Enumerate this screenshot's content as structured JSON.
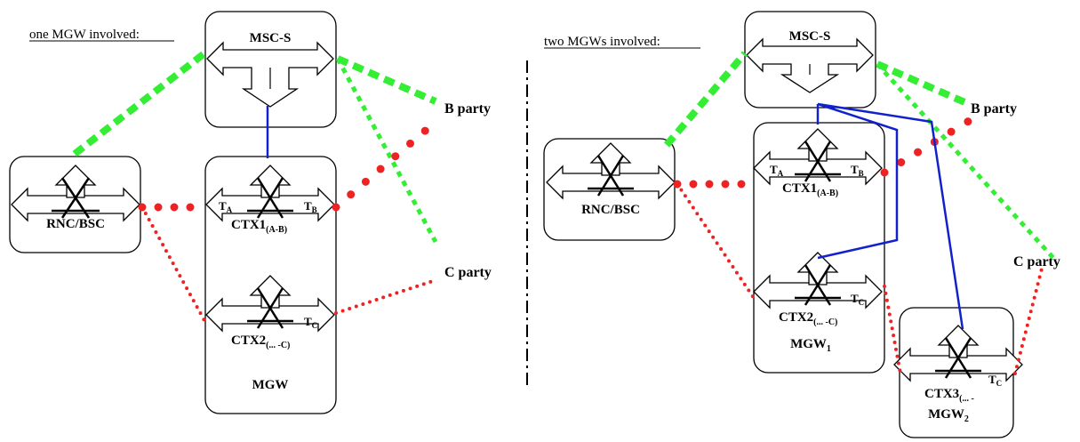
{
  "left": {
    "heading": "one MGW involved:",
    "msc": "MSC-S",
    "rnc": "RNC/BSC",
    "ctx1": "CTX1",
    "ctx1_sub": "(A-B)",
    "ctx2": "CTX2",
    "ctx2_sub": "(... -C)",
    "ta": "T",
    "ta_sub": "A",
    "tb": "T",
    "tb_sub": "B",
    "tc": "T",
    "tc_sub": "C",
    "mgw": "MGW",
    "b_party": "B party",
    "c_party": "C party"
  },
  "right": {
    "heading": "two MGWs involved:",
    "msc": "MSC-S",
    "rnc": "RNC/BSC",
    "ctx1": "CTX1",
    "ctx1_sub": "(A-B)",
    "ctx2": "CTX2",
    "ctx2_sub": "(... -C)",
    "ctx3": "CTX3",
    "ctx3_sub": "(... -",
    "ta": "T",
    "ta_sub": "A",
    "tb": "T",
    "tb_sub": "B",
    "tc2": "T",
    "tc2_sub": "C",
    "tc3": "T",
    "tc3_sub": "C",
    "mgw1": "MGW",
    "mgw1_sub": "1",
    "mgw2": "MGW",
    "mgw2_sub": "2",
    "b_party": "B party",
    "c_party": "C party"
  },
  "colors": {
    "signalling": "#33ee33",
    "bearer": "#ee2222",
    "control": "#1122cc",
    "box_stroke": "#000000"
  }
}
